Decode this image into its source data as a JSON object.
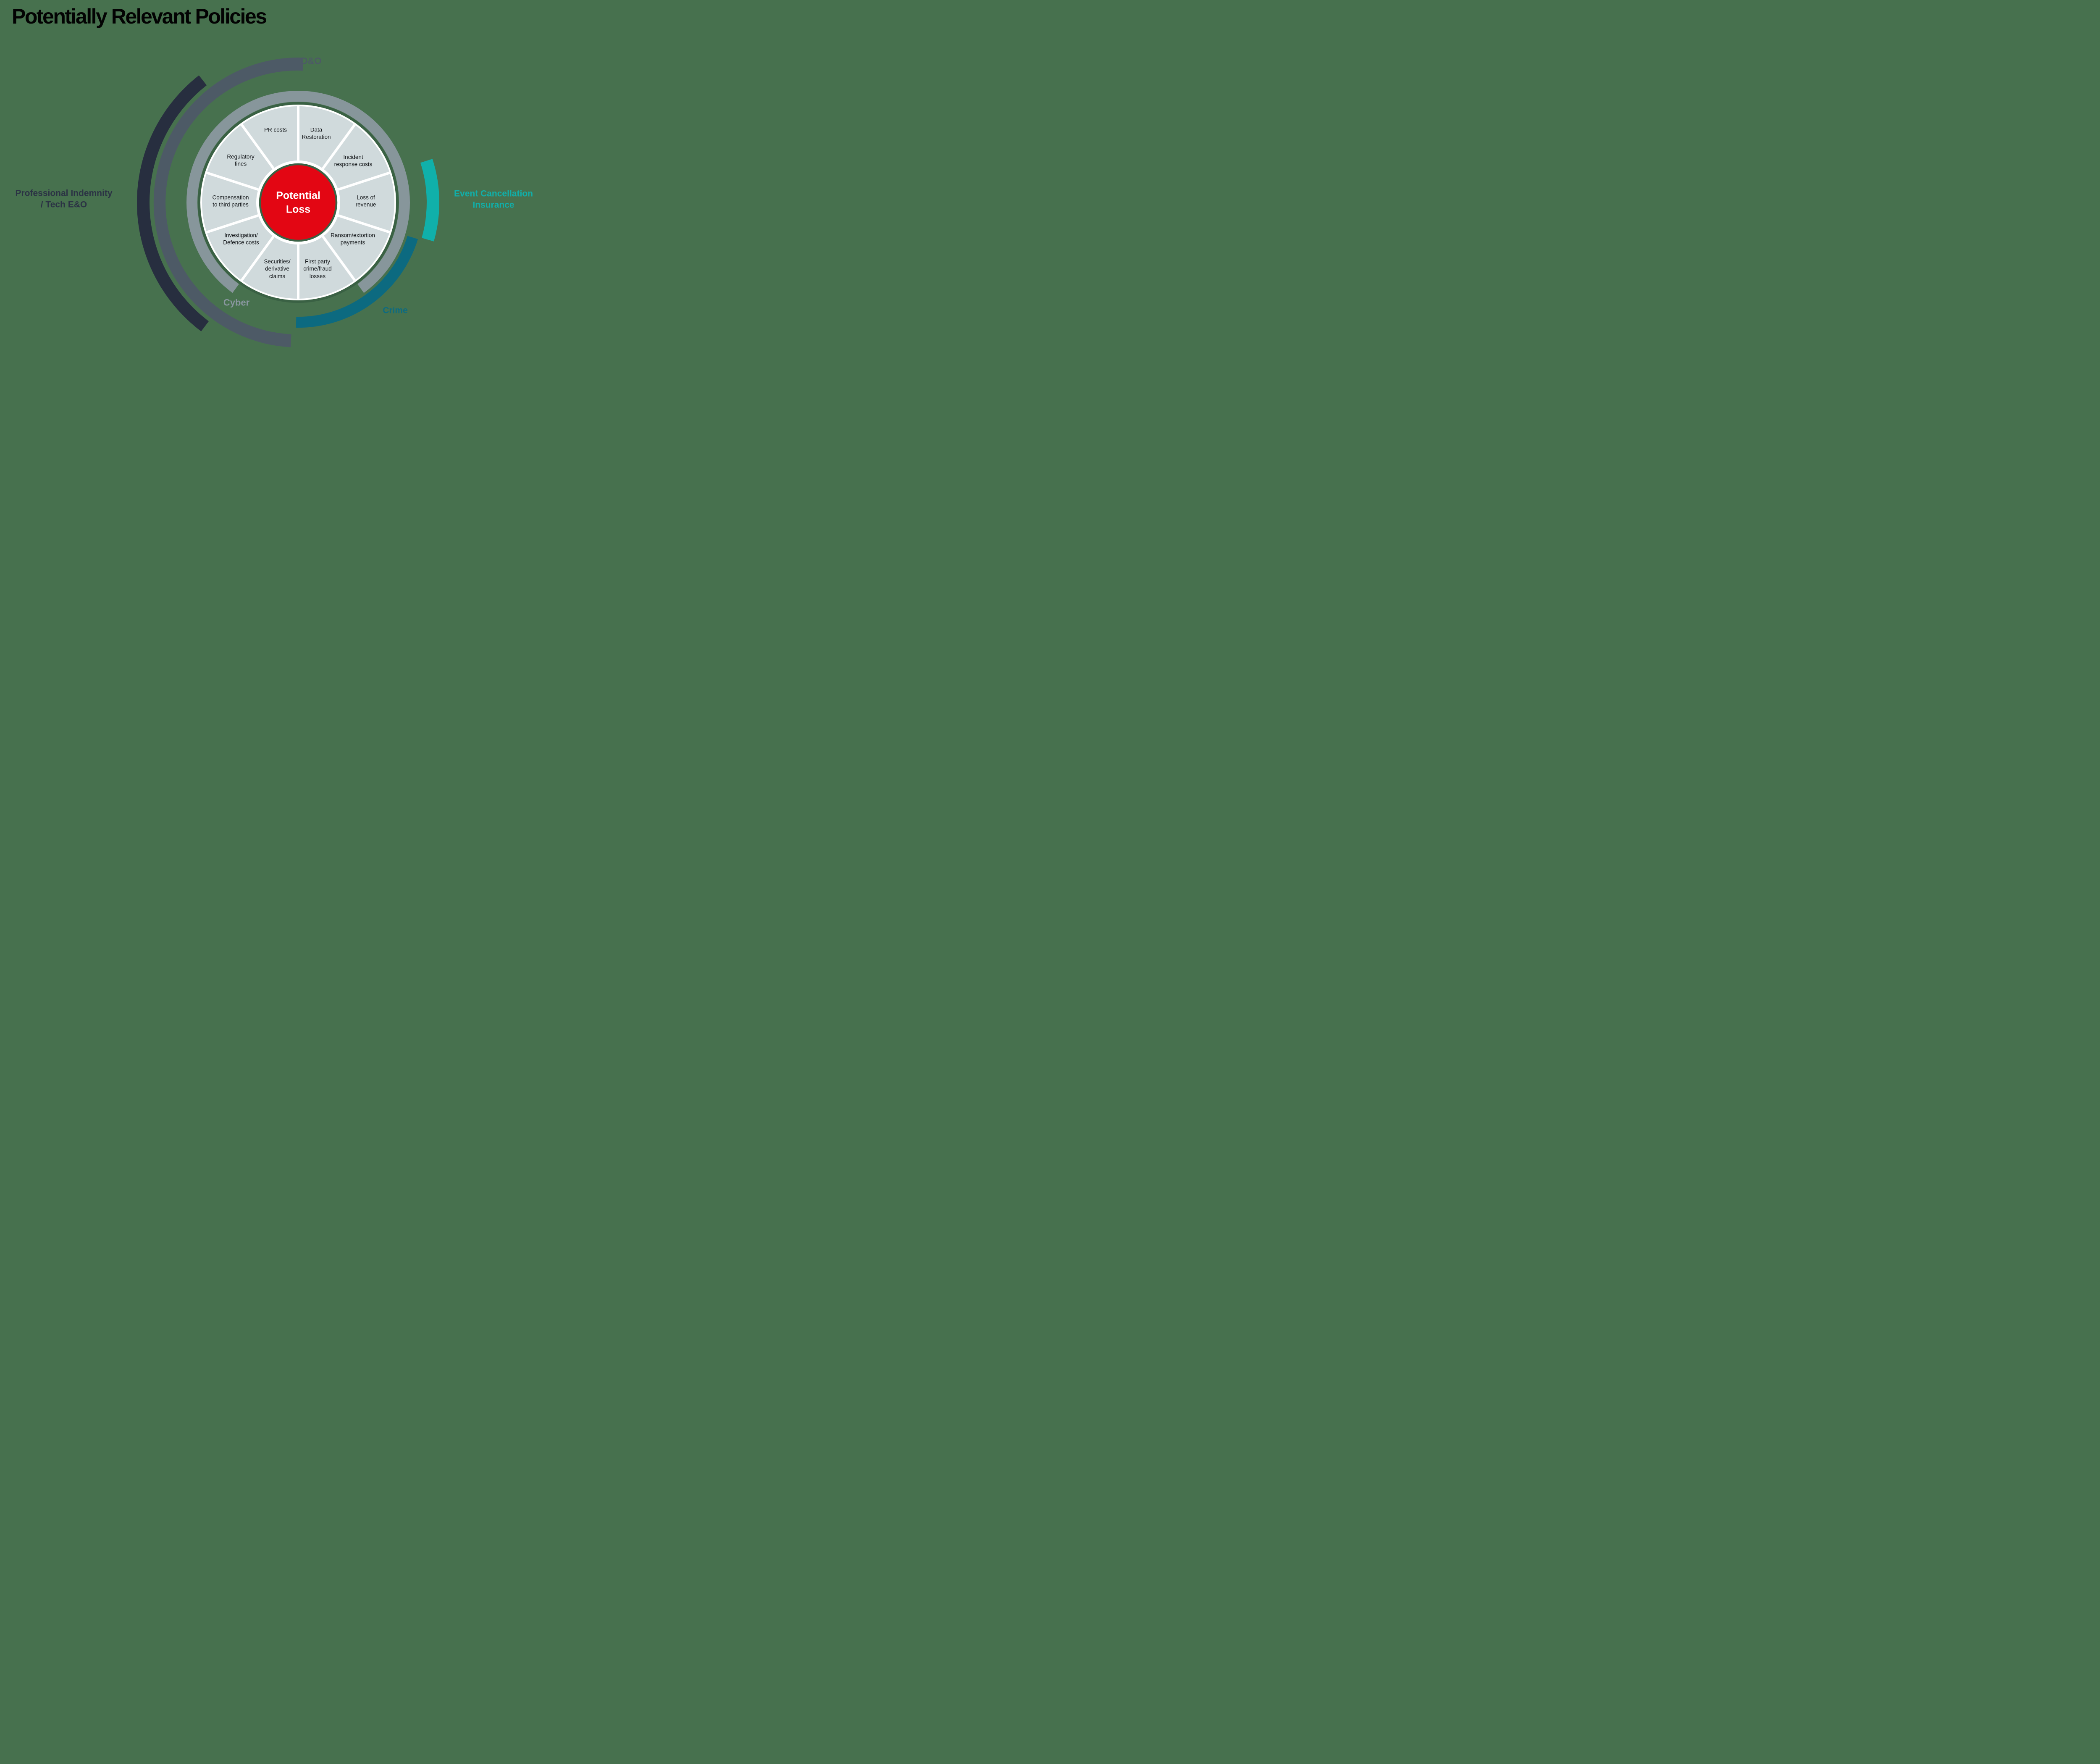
{
  "page": {
    "title": "Potentially Relevant Policies",
    "background": "#47714E"
  },
  "center": {
    "label": "Potential\nLoss",
    "fill": "#E30613",
    "outline": "#3A6144"
  },
  "wheel": {
    "segment_fill": "#D0DADC",
    "divider_color": "#FFFFFF",
    "segments": [
      {
        "label": "Data\nRestoration"
      },
      {
        "label": "Incident\nresponse costs"
      },
      {
        "label": "Loss of\nrevenue"
      },
      {
        "label": "Ransom/extortion\npayments"
      },
      {
        "label": "First party\ncrime/fraud\nlosses"
      },
      {
        "label": "Securities/\nderivative\nclaims"
      },
      {
        "label": "Investigation/\nDefence costs"
      },
      {
        "label": "Compensation\nto third parties"
      },
      {
        "label": "Regulatory\nfines"
      },
      {
        "label": "PR costs"
      }
    ]
  },
  "policies": [
    {
      "id": "dno",
      "label": "D&O",
      "color": "#4D5A66"
    },
    {
      "id": "professional-indemnity-tech-eo",
      "label": "Professional Indemnity\n/ Tech E&O",
      "color": "#2B3344"
    },
    {
      "id": "cyber",
      "label": "Cyber",
      "color": "#8A97A0"
    },
    {
      "id": "event-cancellation-insurance",
      "label": "Event Cancellation\nInsurance",
      "color": "#10B0AA"
    },
    {
      "id": "crime",
      "label": "Crime",
      "color": "#0D6B80"
    }
  ],
  "colors": {
    "background": "#47714E",
    "outline_green": "#3A6144",
    "segment_fill": "#D0DADC",
    "divider_white": "#FFFFFF",
    "center_red": "#E30613",
    "cyber_arc": "#87969B",
    "dno_arc": "#4D5A66",
    "professional_indemnity_arc": "#272E3F",
    "event_cancellation_arc": "#10B0AA",
    "crime_arc": "#0C6A80"
  }
}
